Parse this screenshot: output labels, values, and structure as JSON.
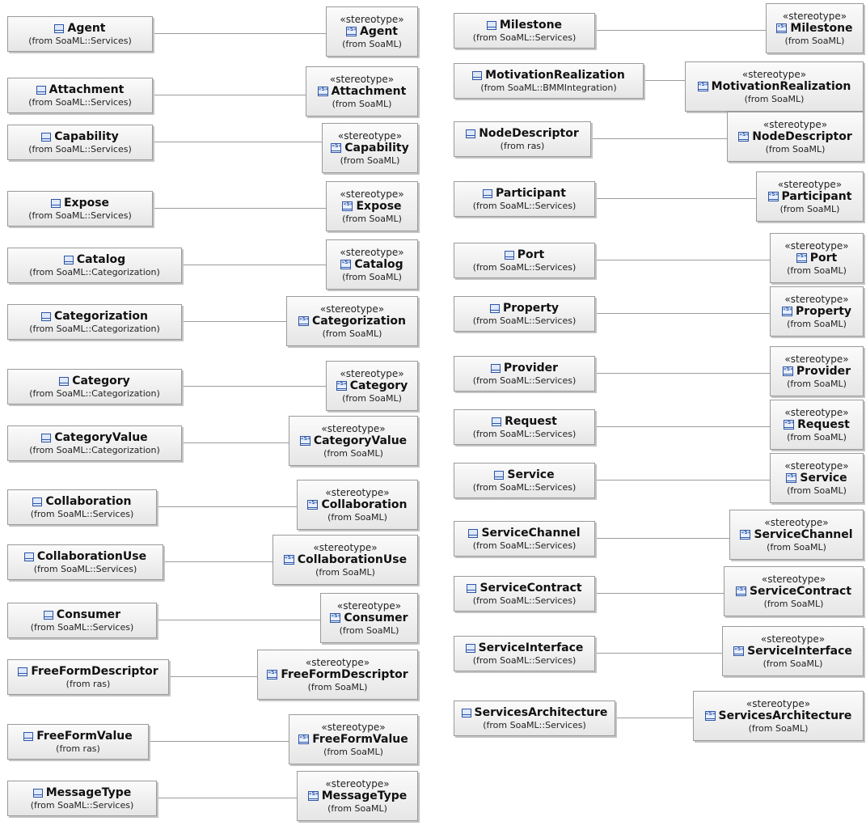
{
  "stereotype_keyword": "«stereotype»",
  "stereotype_from": "(from SoaML)",
  "pairs": [
    {
      "name": "Agent",
      "from": "(from SoaML::Services)"
    },
    {
      "name": "Attachment",
      "from": "(from SoaML::Services)"
    },
    {
      "name": "Capability",
      "from": "(from SoaML::Services)"
    },
    {
      "name": "Expose",
      "from": "(from SoaML::Services)"
    },
    {
      "name": "Catalog",
      "from": "(from SoaML::Categorization)"
    },
    {
      "name": "Categorization",
      "from": "(from SoaML::Categorization)"
    },
    {
      "name": "Category",
      "from": "(from SoaML::Categorization)"
    },
    {
      "name": "CategoryValue",
      "from": "(from SoaML::Categorization)"
    },
    {
      "name": "Collaboration",
      "from": "(from SoaML::Services)"
    },
    {
      "name": "CollaborationUse",
      "from": "(from SoaML::Services)"
    },
    {
      "name": "Consumer",
      "from": "(from SoaML::Services)"
    },
    {
      "name": "FreeFormDescriptor",
      "from": "(from ras)"
    },
    {
      "name": "FreeFormValue",
      "from": "(from ras)"
    },
    {
      "name": "MessageType",
      "from": "(from SoaML::Services)"
    },
    {
      "name": "Milestone",
      "from": "(from SoaML::Services)"
    },
    {
      "name": "MotivationRealization",
      "from": "(from SoaML::BMMIntegration)"
    },
    {
      "name": "NodeDescriptor",
      "from": "(from ras)"
    },
    {
      "name": "Participant",
      "from": "(from SoaML::Services)"
    },
    {
      "name": "Port",
      "from": "(from SoaML::Services)"
    },
    {
      "name": "Property",
      "from": "(from SoaML::Services)"
    },
    {
      "name": "Provider",
      "from": "(from SoaML::Services)"
    },
    {
      "name": "Request",
      "from": "(from SoaML::Services)"
    },
    {
      "name": "Service",
      "from": "(from SoaML::Services)"
    },
    {
      "name": "ServiceChannel",
      "from": "(from SoaML::Services)"
    },
    {
      "name": "ServiceContract",
      "from": "(from SoaML::Services)"
    },
    {
      "name": "ServiceInterface",
      "from": "(from SoaML::Services)"
    },
    {
      "name": "ServicesArchitecture",
      "from": "(from SoaML::Services)"
    }
  ]
}
